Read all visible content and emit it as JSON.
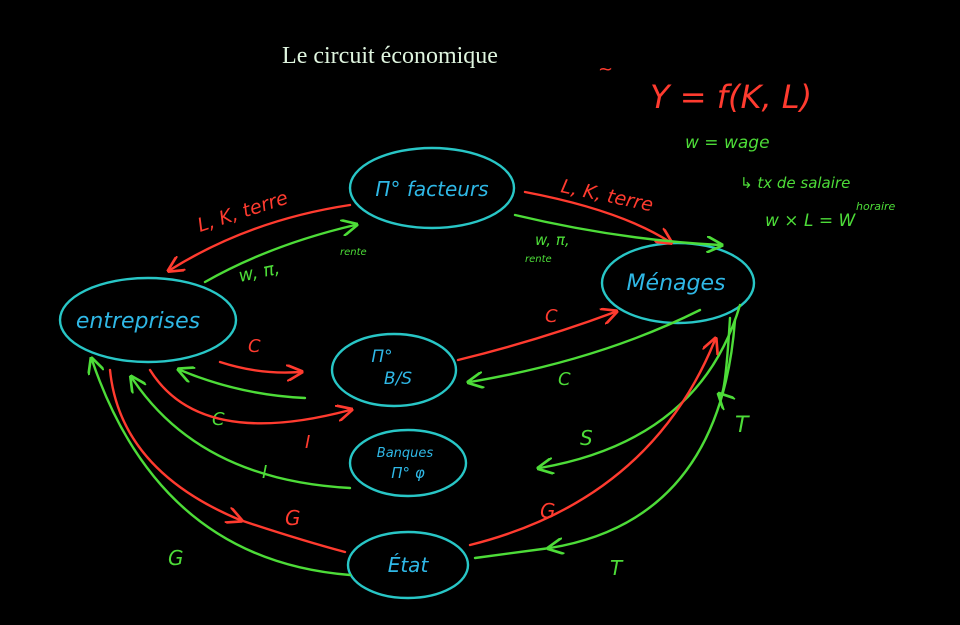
{
  "title": "Le circuit économique",
  "colors": {
    "background": "#000000",
    "money_flow": "#4ddc38",
    "real_flow": "#ff3b2f",
    "node": "#28c6c6",
    "title": "#dff5df"
  },
  "nodes": {
    "facteurs": "Π° facteurs",
    "menages": "Ménages",
    "entreprises": "entreprises",
    "bs_top": "Π°",
    "bs_bottom": "B/S",
    "banques_top": "Banques",
    "banques_bottom": "Π° φ",
    "etat": "État"
  },
  "labels": {
    "lk_terre_left": "L, K, terre",
    "lk_terre_right": "L, K, terre",
    "w_pi_rente_left": "w, π,",
    "rente_left": "rente",
    "w_pi_right": "w, π,",
    "rente_right": "rente",
    "c_red_left": "C",
    "c_green_left": "C",
    "c_red_right": "C",
    "c_green_right": "C",
    "i_red": "I",
    "i_green": "I",
    "s": "S",
    "g_red_left": "G",
    "g_green_left": "G",
    "g_red_right": "G",
    "t_right": "T",
    "t_bottom": "T"
  },
  "notes": {
    "production_function": "Y = f(K, L)",
    "wage": "w = wage",
    "taux": "↳ tx de salaire",
    "horaire": "horaire",
    "wage_bill": "w × L = W",
    "mark": "~"
  }
}
